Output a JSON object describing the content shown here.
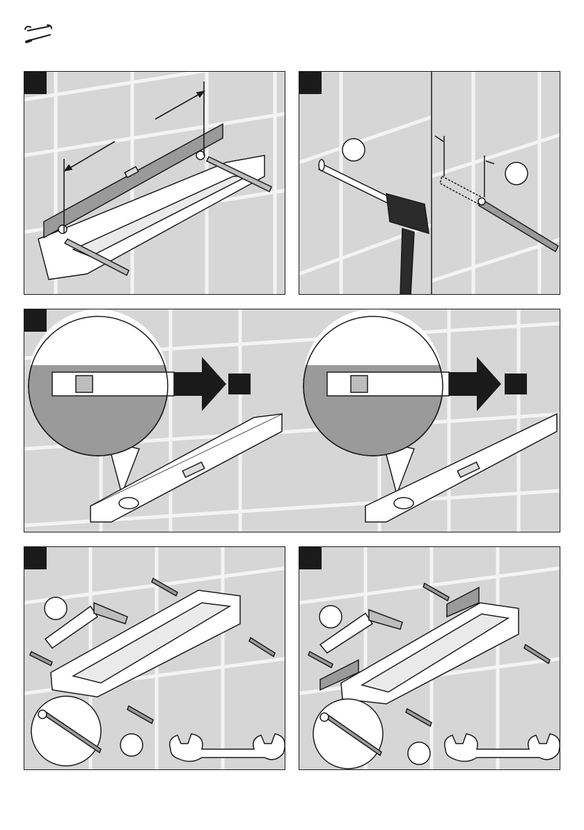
{
  "header": {
    "icon": "wrench-screwdriver-icon"
  },
  "colors": {
    "wall": "#d6d6d6",
    "grout": "#f4f4f4",
    "outline": "#1a1a1a",
    "dark_fill": "#2b2b2b",
    "mid_fill": "#9a9a9a",
    "level_fill": "#bdbdbd",
    "white": "#ffffff"
  },
  "panels": [
    {
      "id": "panel-1",
      "content": "mark-holes-with-spirit-level"
    },
    {
      "id": "panel-2",
      "content": "hammer-and-drill"
    },
    {
      "id": "panel-3",
      "content": "check-level-alignment"
    },
    {
      "id": "panel-4",
      "content": "mount-with-sealant-screws"
    },
    {
      "id": "panel-5",
      "content": "mount-with-spacer-plates"
    }
  ],
  "icons": [
    "wrench-icon",
    "screwdriver-icon",
    "arrow-right-icon",
    "spirit-level-icon",
    "hammer-icon",
    "drill-bit-icon",
    "sealant-tube-icon",
    "screw-icon",
    "washer-icon",
    "dowel-icon",
    "spanner-icon",
    "magnifier-callout-icon"
  ]
}
